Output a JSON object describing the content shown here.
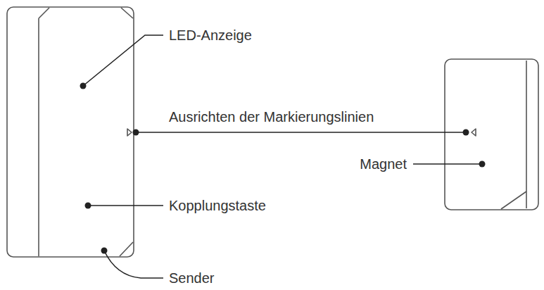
{
  "diagram": {
    "labels": [
      "LED-Anzeige",
      "Ausrichten der Markierungslinien",
      "Magnet",
      "Kopplungstaste",
      "Sender"
    ]
  }
}
